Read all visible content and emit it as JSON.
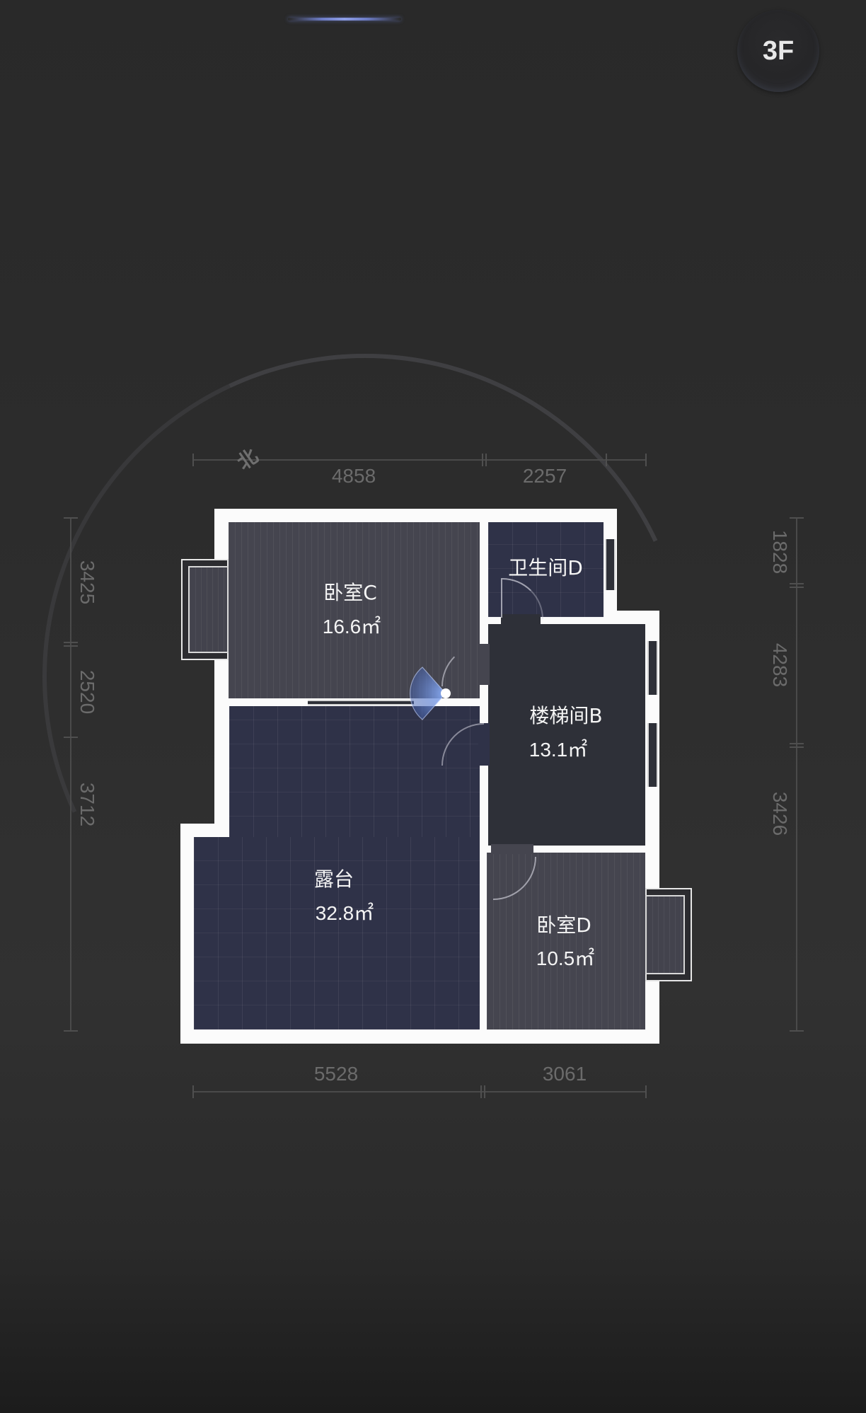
{
  "floor_selector": {
    "label": "3F"
  },
  "compass": {
    "north_label": "北"
  },
  "dimensions": {
    "top": [
      "4858",
      "2257"
    ],
    "bottom": [
      "5528",
      "3061"
    ],
    "left": [
      "3425",
      "2520",
      "3712"
    ],
    "right": [
      "1828",
      "4283",
      "3426"
    ]
  },
  "rooms": [
    {
      "name": "卧室C",
      "area": "16.6㎡"
    },
    {
      "name": "卫生间D",
      "area": ""
    },
    {
      "name": "楼梯间B",
      "area": "13.1㎡"
    },
    {
      "name": "露台",
      "area": "32.8㎡"
    },
    {
      "name": "卧室D",
      "area": "10.5㎡"
    }
  ],
  "colors": {
    "background": "#2c2c2c",
    "wall": "#fbfbfb",
    "bedroom_floor": "#45454f",
    "tile_floor": "#2f3248",
    "stair_floor": "#2e3038",
    "dimension_text": "#6b6b6b",
    "accent_glow": "#8e9ee6"
  }
}
